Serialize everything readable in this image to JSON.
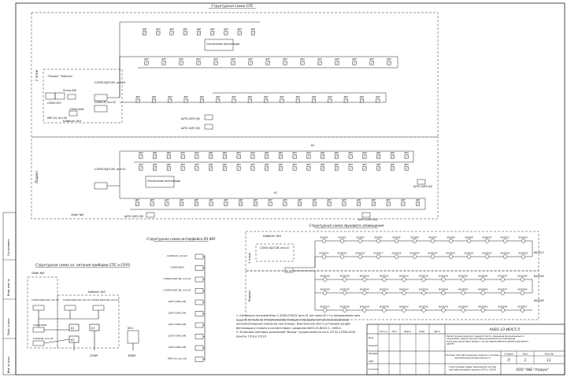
{
  "titles": {
    "sps": "Структурная схема СПС",
    "rs485": "Структурная схема интерфейса RS-485",
    "sound": "Структурная схема звукового оповещения",
    "power": "Структурная схема эл. питания приборов СПС и СОУЭ"
  },
  "floors": {
    "floor1": "1 этаж",
    "basement": "Подвал"
  },
  "sps": {
    "detectors_row1": [
      "ДИП",
      "ДИП",
      "ДИП",
      "ДИП",
      "ДИП",
      "ДИП",
      "ДИП",
      "ДИП",
      "ДИП"
    ],
    "detectors_row2": [
      "ДИП",
      "ДИП",
      "ДИП",
      "ДИП",
      "ДИП",
      "ДИП",
      "ДИП",
      "ДИП",
      "ДИП",
      "ДИП",
      "ДИП",
      "ДИП",
      "ДИП",
      "ДИП",
      "ДИП"
    ],
    "detectors_row3": [
      "ДИП",
      "ДИП",
      "ДИП",
      "ДИП",
      "ДИП",
      "ДИП",
      "ДИП",
      "ДИП",
      "ДИП",
      "ДИП",
      "ДИП",
      "ДИП",
      "ДИП",
      "ДИП",
      "ДИП",
      "ДИП"
    ],
    "detectors_row4": [
      "ДИП",
      "ДИП",
      "ДИП",
      "ДИП",
      "ДИП",
      "ДИП",
      "ДИП",
      "ДИП",
      "ДИП",
      "ДИП",
      "ДИП",
      "ДИП",
      "ДИП",
      "ДИП",
      "ДИП",
      "ДИП",
      "ДИП",
      "ДИП",
      "ДИП",
      "ДИП"
    ],
    "detectors_row5": [
      "ДИП",
      "ДИП",
      "ДИП",
      "ДИП",
      "ДИП",
      "ДИП",
      "ДИП",
      "ДИП",
      "ДИП",
      "ДИП",
      "ДИП",
      "ДИП",
      "ДИП",
      "ДИП",
      "ДИП",
      "ДИП",
      "ДИП",
      "ДИП",
      "ДИП",
      "ДИП"
    ],
    "detectors_row6": [
      "ДИП",
      "ДИП",
      "ДИП",
      "ДИП",
      "ДИП",
      "ДИП",
      "ДИП",
      "ДИП",
      "ДИП",
      "ДИП",
      "ДИП",
      "ДИП",
      "ДИП",
      "ДИП",
      "ДИП",
      "ДИП",
      "ДИП",
      "ДИП",
      "ДИП",
      "ДИП"
    ],
    "vent1": "Отключение вентиляции",
    "vent2": "Отключение вентиляции",
    "panel1_title": "С2000-КДЛ-2И, исп.01",
    "panel2_title": "С2000-КДЛ-2И, исп.01",
    "pozhar": "\"Пожар\" \"Неиспр\"",
    "rupor": "Рупор-200",
    "s2000p": "С2000-Р02",
    "s2000bki": "С2000-БКИ",
    "s2000m": "С2000-М, исп.02",
    "rip": "РИП-24, исп.56",
    "cabinet1": "Кабинет №3",
    "shcpl1": "ШПЛ-10RS (М)",
    "shcpl2": "ШПЛ-10RS (М)",
    "shcpl3": "ШПЛ-10RS (М)",
    "shcpl4": "ШПЛ-10RS (М)",
    "shcpl5": "ШПЛ-10RS (М)",
    "lift1": "Лифт №9",
    "k1": "К1",
    "k2": "К2"
  },
  "rs485": {
    "devices": [
      "С2000-М, исп.02",
      "С2000-БКИ",
      "С2000-КДЛ-2И, исп.01",
      "С2000-КДЛ-2И, исп.01",
      "ШПЛ-10RS (М)",
      "ШПЛ-10RS (М)",
      "ШПЛ-10RS (М)",
      "ШПЛ-10RS (М)",
      "ШПЛ-10RS (М)",
      "РИП-24, исп.56"
    ]
  },
  "sound": {
    "cabinet": "Кабинет №3",
    "device": "С2000-КДЛ-2И, исп.01",
    "row1": [
      "ВАЭ51",
      "ВАЭ52",
      "ВАЭ53",
      "ВАЭ54",
      "ВАЭ55",
      "ВАЭ56",
      "ВАЭ57",
      "ВАЭ58",
      "ВАЭ59",
      "ВАЭ510",
      "ВАЭ511",
      "ВАЭ512"
    ],
    "row2": [
      "ВАЭ514",
      "ВАЭ515",
      "ВАЭ516",
      "ВАЭ517",
      "ВАЭ518",
      "ВАЭ519",
      "ВАЭ520",
      "ВАЭ521",
      "ВАЭ522",
      "ВАЭ523",
      "ВАЭ524",
      "ВАЭ525"
    ],
    "row2_end": "ВАЭ513",
    "row3": [
      "ВАЭ528",
      "ВАЭ529",
      "ВАЭ530",
      "ВАЭ531",
      "ВАЭ532",
      "ВАЭ533",
      "ВАЭ534",
      "ВАЭ535",
      "ВАЭ536",
      "ВАЭ537",
      "ВАЭ538"
    ],
    "row3_end": "ВАЭ526",
    "row4": [
      "ВАЭ538",
      "ВАЭ539",
      "ВАЭ540",
      "ВАЭ541",
      "ВАЭ542",
      "ВАЭ543",
      "ВАЭ544",
      "ВАЭ545",
      "ВАЭ546",
      "ВАЭ547",
      "ВАЭ548"
    ],
    "row4_end": "ВАЭ549",
    "row5": [
      "ВАЭ537",
      "ВАЭ538",
      "ВАЭ539",
      "ВАЭ540",
      "ВАЭ541",
      "ВАЭ542",
      "ВАЭ543",
      "ВАЭ544",
      "ВАЭ545",
      "ВАЭ546",
      "ВАЭ547"
    ]
  },
  "power": {
    "lift": "Лифт №9",
    "cabinet": "Кабинет №3",
    "dev1": "С2000-КДЛ-2И, исп.01",
    "dev2": "С2000-КДЛ-2И, исп.01",
    "dev3": "С2000-КДЛ-2И, исп.01",
    "bki": "С2000-БКИ",
    "m": "С2000-М, исп.02",
    "k1": "К1",
    "k2": "К2",
    "k3": "К3",
    "ks": "КS-1",
    "v220": "220В",
    "v380": "380В"
  },
  "notes": [
    "1. Сигнально-пусковой блок С-2000-СП4/24 (исп.01 (не ниже SC++)) предназначен для",
    "выдачи сигнала на отключение Вентиляции / передачи сигнала на управление",
    "противопожарным клапаном при пожаре. Фактическое место установки шкафа",
    "Вентиляции уточнить в соответствии с разделом А003-23-ИОС5.1. / ИОС4.",
    "2. Установка световых указателей \"Выход\" осуществляется согл. СП 52.13330.2016",
    "пункты 7.6.9 и 7.6.10"
  ],
  "stamp": {
    "code": "А003-23-ИОС5.5",
    "description": "Реконструкция нежилого здания В часть, изменение функционального назначения, здания под многофункциональное использование (культурно-досуговый центр) с частью ведомственной административного здания",
    "sheet_title": "Система противопожарной защиты и системы автоматической безопасности",
    "schema_title": "Структурные схемы технических систем противопожарной защиты (СПС и СОУЭ)",
    "stage_label": "Стадия",
    "sheet_label": "Лист",
    "sheets_label": "Листов",
    "stage": "П",
    "sheet": "1",
    "sheets": "11",
    "company": "ООО \"АКБ \"Атриум\"",
    "roles": [
      "Изм.",
      "Разраб.",
      "Провер.",
      "ГИП",
      "Н.контр."
    ],
    "cols": [
      "Кол.уч",
      "Лист",
      "№док.",
      "Подп.",
      "Дата"
    ]
  },
  "side_stamp": [
    "Согласовано",
    "Инв. № подл.",
    "Подп. и дата",
    "Взам. инв. №"
  ]
}
